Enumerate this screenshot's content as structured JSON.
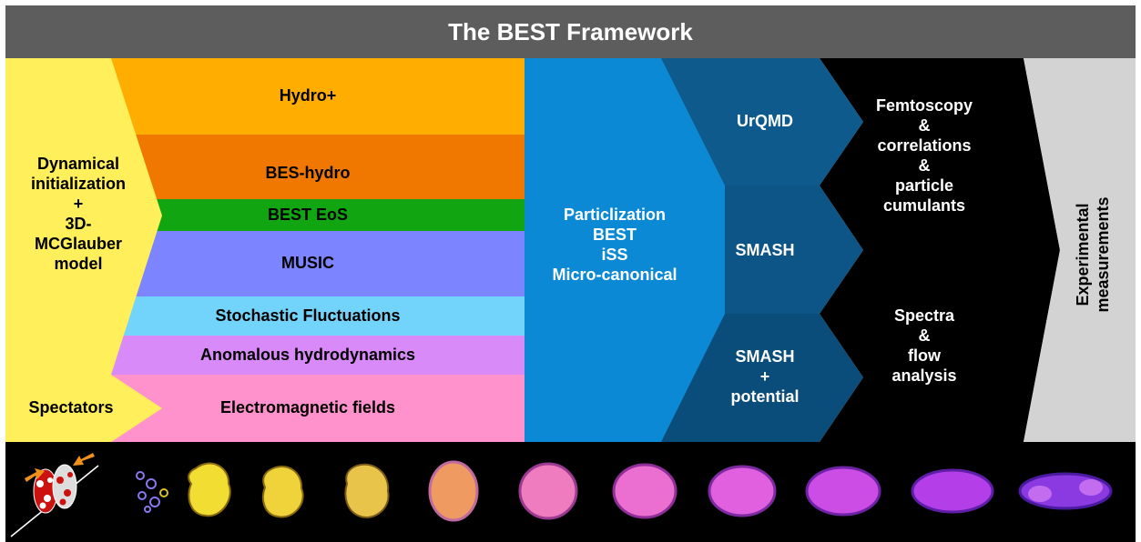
{
  "title": "The BEST Framework",
  "left_column": {
    "init_text": "Dynamical\ninitialization\n+\n3D-\nMCGlauber\nmodel",
    "spectators_label": "Spectators"
  },
  "hydro_layers": [
    {
      "label": "Hydro+",
      "color": "#ffad00"
    },
    {
      "label": "BES-hydro",
      "color": "#f07800"
    },
    {
      "label": "BEST EoS",
      "color": "#11a511"
    },
    {
      "label": "MUSIC",
      "color": "#7d84ff"
    },
    {
      "label": "Stochastic Fluctuations",
      "color": "#73d4fb"
    },
    {
      "label": "Anomalous hydrodynamics",
      "color": "#d88af8"
    },
    {
      "label": "Electromagnetic fields",
      "color": "#ff92cc"
    }
  ],
  "particlization": {
    "text": "Particlization\nBEST\niSS\nMicro-canonical",
    "color": "#0c89d4"
  },
  "transport": [
    {
      "label": "UrQMD"
    },
    {
      "label": "SMASH"
    },
    {
      "label": "SMASH\n+\npotential"
    }
  ],
  "analysis": [
    {
      "label": "Femtoscopy\n&\ncorrelations\n&\nparticle\ncumulants"
    },
    {
      "label": "Spectra\n&\nflow\nanalysis"
    }
  ],
  "experimental": {
    "label": "Experimental\nmeasurements",
    "color": "#d3d3d3"
  },
  "colors": {
    "title_bar": "#5d5d5d",
    "yellow": "#ffef5a",
    "transport_top": "#0e5a8d",
    "transport_bottom": "#0b4d7a",
    "analysis_bg": "#000000"
  },
  "evolution_strip": {
    "collision_icon": "colliding-nuclei-icon",
    "frames": [
      {
        "color": "#8877ee"
      },
      {
        "color": "#f2dd33"
      },
      {
        "color": "#f0d23a"
      },
      {
        "color": "#e9c44a"
      },
      {
        "color": "#ee9a60"
      },
      {
        "color": "#f07cc0"
      },
      {
        "color": "#ea6fd0"
      },
      {
        "color": "#e060df"
      },
      {
        "color": "#cc4de6"
      },
      {
        "color": "#b43ee8"
      },
      {
        "color": "#8a3ae0"
      }
    ]
  }
}
